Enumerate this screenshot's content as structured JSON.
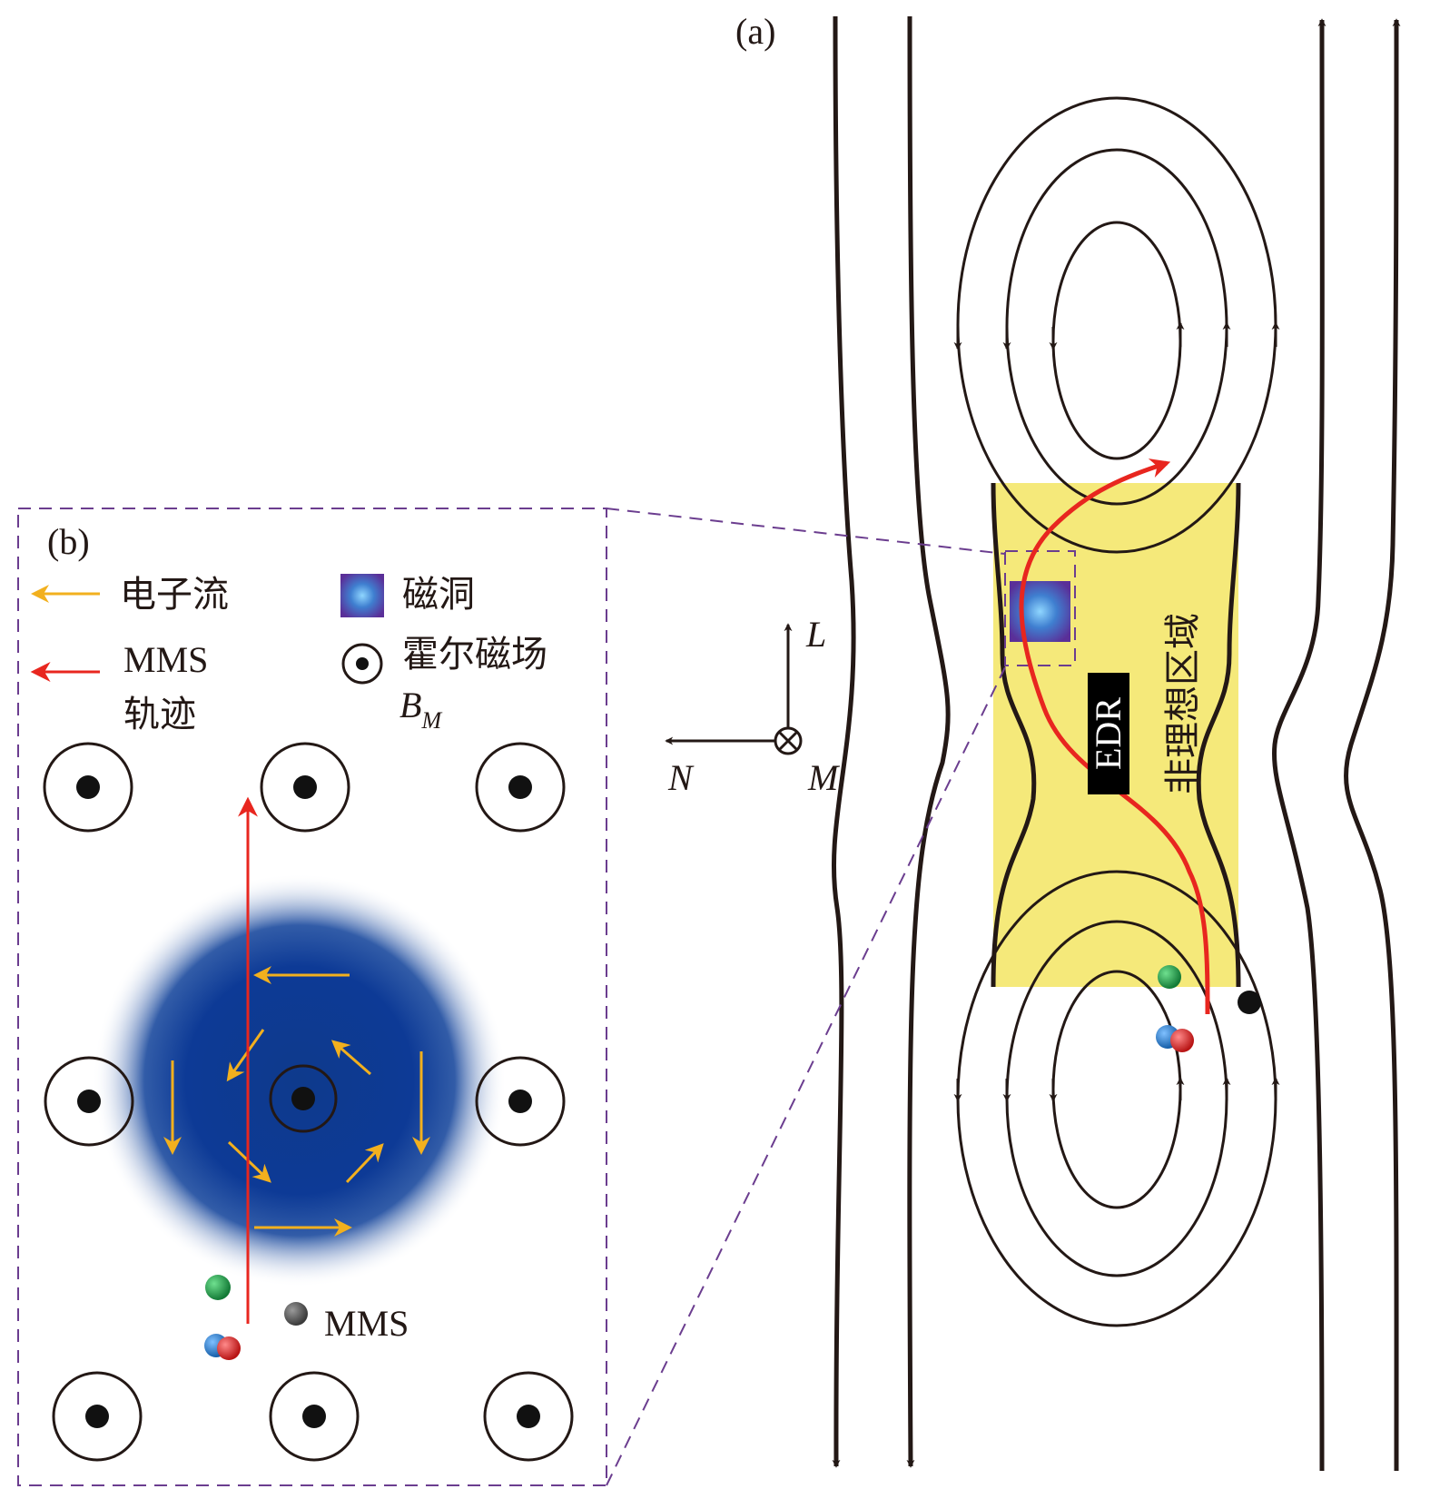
{
  "panel_a": {
    "label": "(a)",
    "edr_label": "EDR",
    "region_text": "非理想区域"
  },
  "axes": {
    "L": "L",
    "N": "N",
    "M": "M"
  },
  "panel_b": {
    "label": "(b)",
    "legend": {
      "electron_flow": "电子流",
      "mms_traj_line1": "MMS",
      "mms_traj_line2": "轨迹",
      "magnetic_hole": "磁洞",
      "hall_field": "霍尔磁场",
      "bm_symbol": "B",
      "bm_subscript": "M"
    },
    "mms_label": "MMS"
  },
  "colors": {
    "edr_region": "#f5e97a",
    "trajectory": "#e8261f",
    "electron_flow": "#f2b01e",
    "magnetic_hole": "#0b3a9a",
    "dashed_frame": "#6b3d8f",
    "sc_green": "#1f9e4a",
    "sc_blue": "#1f6fc2",
    "sc_red": "#e02020",
    "sc_black": "#111111"
  },
  "icons": {
    "hall_field_symbol": "dot-in-circle-icon",
    "magnetic_hole_swatch": "gradient-square-icon",
    "arrow": "arrow-icon"
  }
}
